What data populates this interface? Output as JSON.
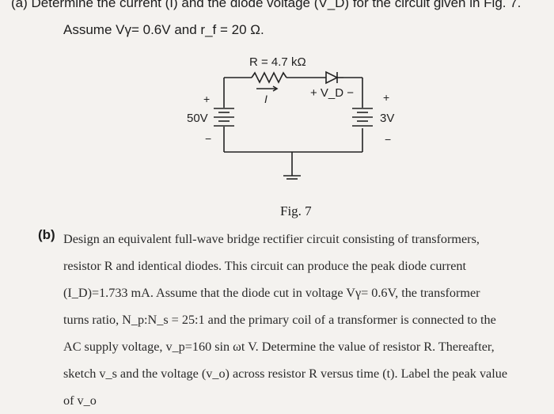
{
  "question_a": {
    "line1": "(a) Determine the current (I) and the diode voltage (V_D) for the circuit given in Fig. 7.",
    "line2": "Assume Vγ= 0.6V and r_f = 20 Ω."
  },
  "circuit": {
    "resistor_label": "R = 4.7 kΩ",
    "current_label": "I",
    "diode_voltage_label": "+ V_D −",
    "left_source_label": "50V",
    "left_plus": "+",
    "left_minus": "−",
    "right_source_label": "3V",
    "right_plus": "+",
    "right_minus": "−"
  },
  "figure_caption": "Fig. 7",
  "question_b": {
    "label": "(b)",
    "lines": [
      "Design an equivalent full-wave bridge rectifier circuit consisting of transformers,",
      "resistor R and identical diodes. This circuit can produce the peak diode current",
      "(I_D)=1.733 mA. Assume that the diode cut in voltage Vγ= 0.6V, the transformer",
      "turns ratio, N_p:N_s = 25:1 and the primary coil of a transformer is connected to the",
      "AC supply voltage, v_p=160 sin ωt V. Determine the value of resistor R. Thereafter,",
      "sketch v_s and the voltage (v_o) across resistor R versus time (t). Label the peak value",
      "of v_o"
    ]
  }
}
